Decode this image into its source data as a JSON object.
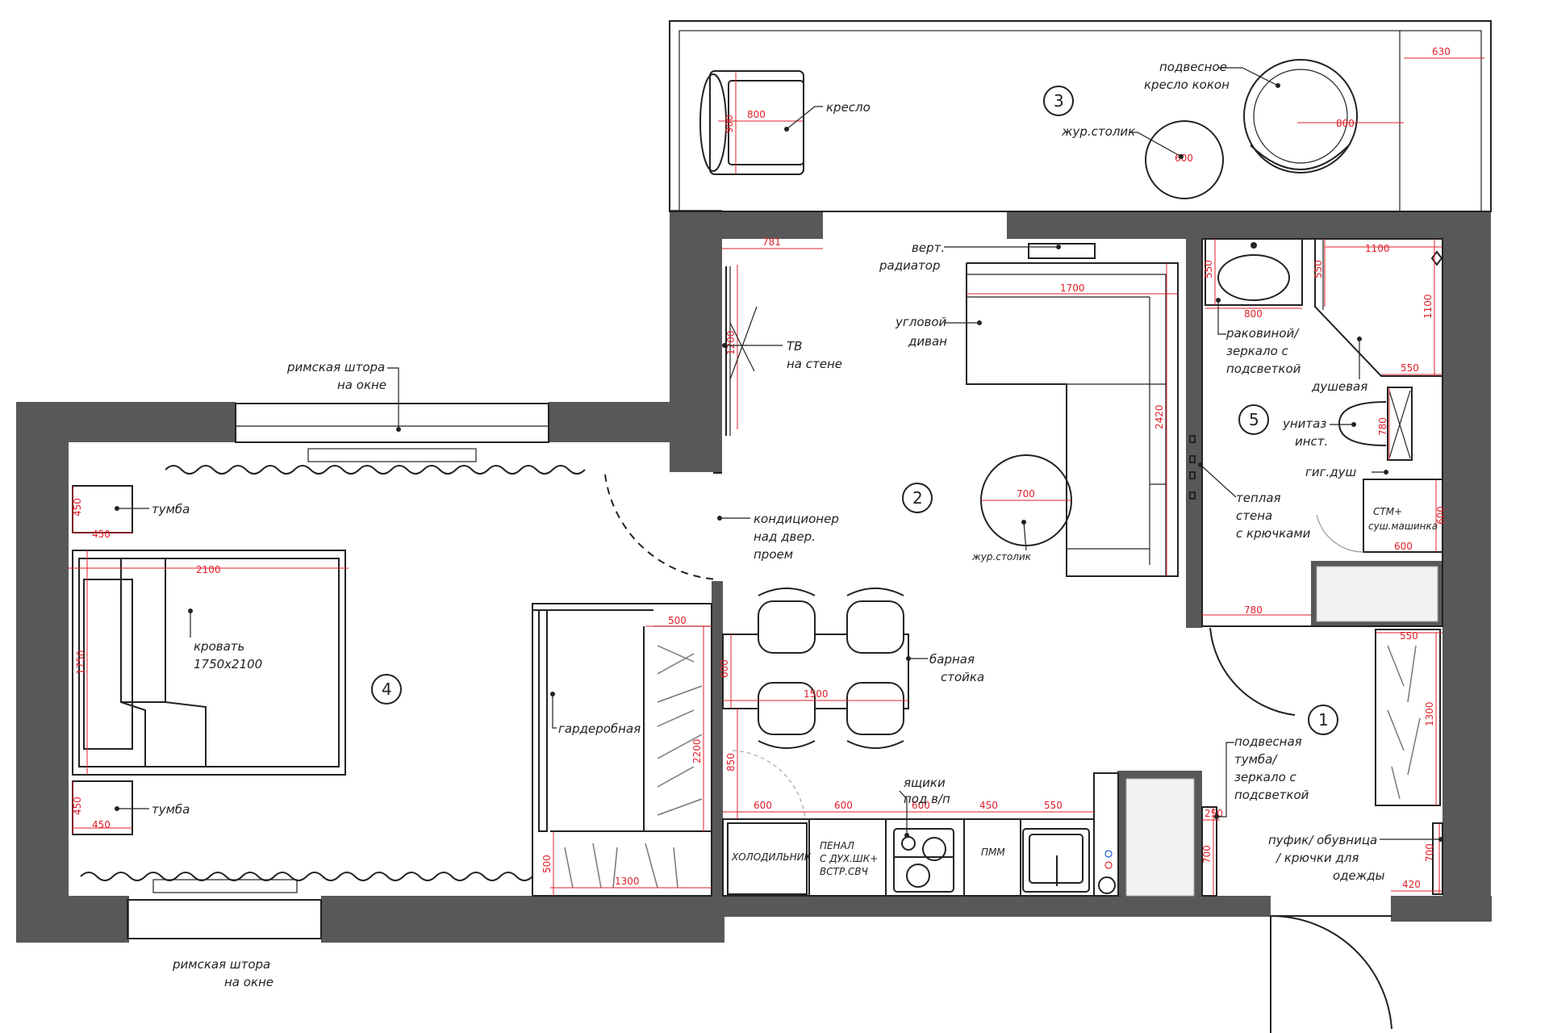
{
  "rooms": [
    {
      "id": "r1",
      "number": "1"
    },
    {
      "id": "r2",
      "number": "2"
    },
    {
      "id": "r3",
      "number": "3"
    },
    {
      "id": "r4",
      "number": "4"
    },
    {
      "id": "r5",
      "number": "5"
    }
  ],
  "labels": {
    "armchair": "кресло",
    "hanging_chair_1": "подвесное",
    "hanging_chair_2": "кресло кокон",
    "coffee_table_balcony": "жур.столик",
    "radiator_1": "верт.",
    "radiator_2": "радиатор",
    "tv_1": "ТВ",
    "tv_2": "на стене",
    "sofa_1": "угловой",
    "sofa_2": "диван",
    "roman_blind_top_1": "римская штора",
    "roman_blind_top_2": "на окне",
    "roman_blind_bottom_1": "римская штора",
    "roman_blind_bottom_2": "на окне",
    "nightstand_top": "тумба",
    "nightstand_bottom": "тумба",
    "bed_1": "кровать",
    "bed_2": "1750х2100",
    "ac_1": "кондиционер",
    "ac_2": "над двер.",
    "ac_3": "проем",
    "coffee_table_living": "жур.столик",
    "bar_1": "барная",
    "bar_2": "стойка",
    "wardrobe": "гардеробная",
    "fridge": "ХОЛОДИЛЬНИК",
    "penal_1": "ПЕНАЛ",
    "penal_2": "С ДУХ.ШК+",
    "penal_3": "ВСТР.СВЧ",
    "dishwasher": "ПММ",
    "drawers_1": "ящики",
    "drawers_2": "под в/п",
    "sink_1": "раковиной/",
    "sink_2": "зеркало с",
    "sink_3": "подсветкой",
    "shower": "душевая",
    "toilet_1": "унитаз",
    "toilet_2": "инст.",
    "hyg_shower": "гиг.душ",
    "warm_wall_1": "теплая",
    "warm_wall_2": "стена",
    "warm_wall_3": "с крючками",
    "washer_1": "СТМ+",
    "washer_2": "суш.машинка",
    "hall_cab_1": "подвесная",
    "hall_cab_2": "тумба/",
    "hall_cab_3": "зеркало с",
    "hall_cab_4": "подсветкой",
    "pouf_1": "пуфик/ обувница",
    "pouf_2": "/ крючки для",
    "pouf_3": "одежды"
  },
  "dims": {
    "d630": "630",
    "d800a": "800",
    "d900": "900",
    "d800b": "800",
    "d600a": "600",
    "d781": "781",
    "d1200": "1200",
    "d1700": "1700",
    "d2420": "2420",
    "d700a": "700",
    "d550a": "550",
    "d800c": "800",
    "d550b": "550",
    "d1100a": "1100",
    "d1100b": "1100",
    "d550c": "550",
    "d780a": "780",
    "d600b": "600",
    "d600c": "600",
    "d780b": "780",
    "d450a": "450",
    "d450b": "450",
    "d2100": "2100",
    "d1750": "1750",
    "d450c": "450",
    "d450d": "450",
    "d500a": "500",
    "d2200": "2200",
    "d500b": "500",
    "d1300a": "1300",
    "d600d": "600",
    "d1500": "1500",
    "d850": "850",
    "d600e": "600",
    "d600f": "600",
    "d600g": "600",
    "d450e": "450",
    "d550d": "550",
    "d250": "250",
    "d700b": "700",
    "d550e": "550",
    "d1300b": "1300",
    "d700c": "700",
    "d420": "420"
  },
  "colors": {
    "wall": "#58585a",
    "dimension": "#e0202a",
    "line": "#222222"
  }
}
